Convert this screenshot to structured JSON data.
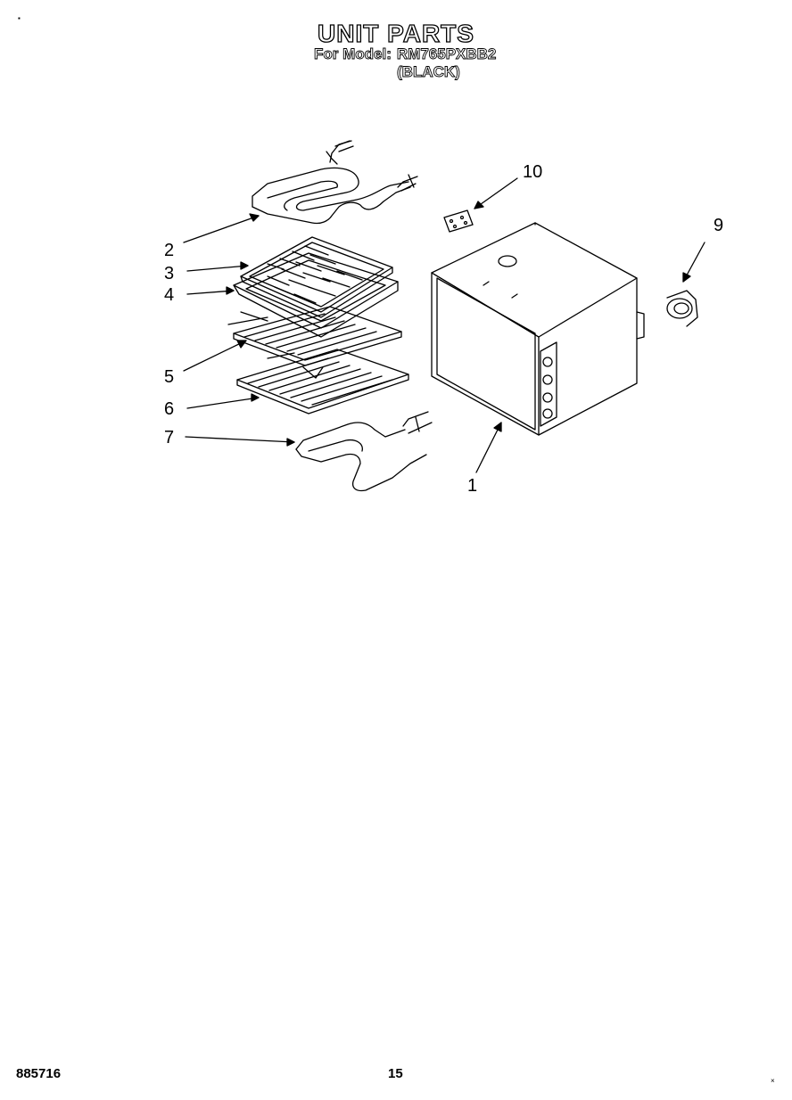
{
  "header": {
    "title": "UNIT PARTS",
    "model_label": "For Model:",
    "model_number": "RM765PXBB2",
    "color": "(BLACK)"
  },
  "callouts": [
    "1",
    "2",
    "3",
    "4",
    "5",
    "6",
    "7",
    "9",
    "10"
  ],
  "footer": {
    "doc_number": "885716",
    "page_number": "15"
  }
}
